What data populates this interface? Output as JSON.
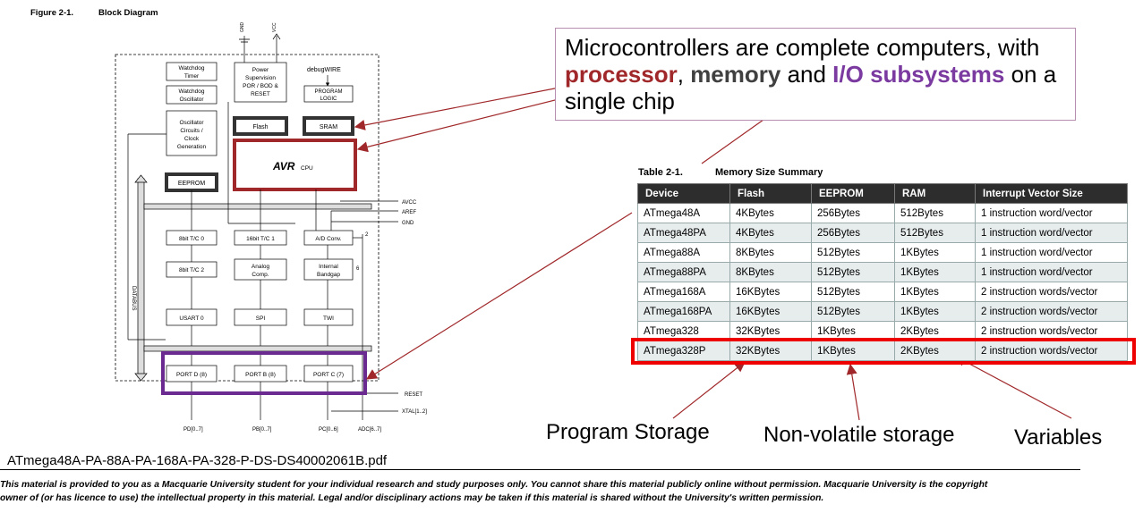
{
  "figure": {
    "label": "Figure 2-1.",
    "title": "Block Diagram"
  },
  "block_diagram": {
    "power_labels": [
      "GND",
      "VCC"
    ],
    "blocks": {
      "watchdog_timer": [
        "Watchdog",
        "Timer"
      ],
      "watchdog_osc": [
        "Watchdog",
        "Oscillator"
      ],
      "oscillator": [
        "Oscillator",
        "Circuits /",
        "Clock",
        "Generation"
      ],
      "power_supervision": [
        "Power",
        "Supervision",
        "POR / BOD &",
        "RESET"
      ],
      "debugwire": "debugWIRE",
      "program_logic": [
        "PROGRAM",
        "LOGIC"
      ],
      "flash": "Flash",
      "sram": "SRAM",
      "avr": "AVR",
      "cpu": "CPU",
      "eeprom": "EEPROM",
      "tc0": "8bit T/C 0",
      "tc1": "16bit T/C 1",
      "adc": "A/D Conv.",
      "tc2": "8bit T/C 2",
      "analog_comp": [
        "Analog",
        "Comp."
      ],
      "internal_bandgap": [
        "Internal",
        "Bandgap"
      ],
      "usart0": "USART 0",
      "spi": "SPI",
      "twi": "TWI",
      "portd": "PORT D (8)",
      "portb": "PORT B (8)",
      "portc": "PORT C (7)",
      "databus": "DATABUS"
    },
    "side_labels": [
      "AVCC",
      "AREF",
      "GND"
    ],
    "reset_label": "RESET",
    "xtal_label": "XTAL[1..2]",
    "pin_labels": [
      "PD[0..7]",
      "PB[0..7]",
      "PC[0..6]",
      "ADC[6..7]"
    ],
    "small_nums": [
      "2",
      "6"
    ]
  },
  "callout": {
    "pre": "Microcontrollers are complete computers, with ",
    "kw1": "processor",
    "mid1": ", ",
    "kw2": "memory",
    "mid2": " and ",
    "kw3": "I/O subsystems",
    "post": " on a single chip"
  },
  "table": {
    "label": "Table 2-1.",
    "title": "Memory Size Summary",
    "headers": [
      "Device",
      "Flash",
      "EEPROM",
      "RAM",
      "Interrupt Vector Size"
    ],
    "rows": [
      [
        "ATmega48A",
        "4KBytes",
        "256Bytes",
        "512Bytes",
        "1 instruction word/vector"
      ],
      [
        "ATmega48PA",
        "4KBytes",
        "256Bytes",
        "512Bytes",
        "1 instruction word/vector"
      ],
      [
        "ATmega88A",
        "8KBytes",
        "512Bytes",
        "1KBytes",
        "1 instruction word/vector"
      ],
      [
        "ATmega88PA",
        "8KBytes",
        "512Bytes",
        "1KBytes",
        "1 instruction word/vector"
      ],
      [
        "ATmega168A",
        "16KBytes",
        "512Bytes",
        "1KBytes",
        "2 instruction words/vector"
      ],
      [
        "ATmega168PA",
        "16KBytes",
        "512Bytes",
        "1KBytes",
        "2 instruction words/vector"
      ],
      [
        "ATmega328",
        "32KBytes",
        "1KBytes",
        "2KBytes",
        "2 instruction words/vector"
      ],
      [
        "ATmega328P",
        "32KBytes",
        "1KBytes",
        "2KBytes",
        "2 instruction words/vector"
      ]
    ]
  },
  "annotations": {
    "program_storage": "Program Storage",
    "nonvolatile": "Non-volatile storage",
    "variables": "Variables"
  },
  "pdf_name": "ATmega48A-PA-88A-PA-168A-PA-328-P-DS-DS40002061B.pdf",
  "disclaimer": {
    "line1": "This material is provided to you as a Macquarie University student for your individual research and study purposes only. You cannot share this material publicly online without permission. Macquarie University is the copyright",
    "line2": "owner of (or has licence to use) the intellectual property in this material. Legal and/or disciplinary actions may be taken if this material is shared without the University's written permission."
  },
  "colors": {
    "highlight_red": "#a0282a",
    "highlight_purple": "#6a2a90",
    "row_red": "#ef0000",
    "arrow": "#a0282a"
  }
}
